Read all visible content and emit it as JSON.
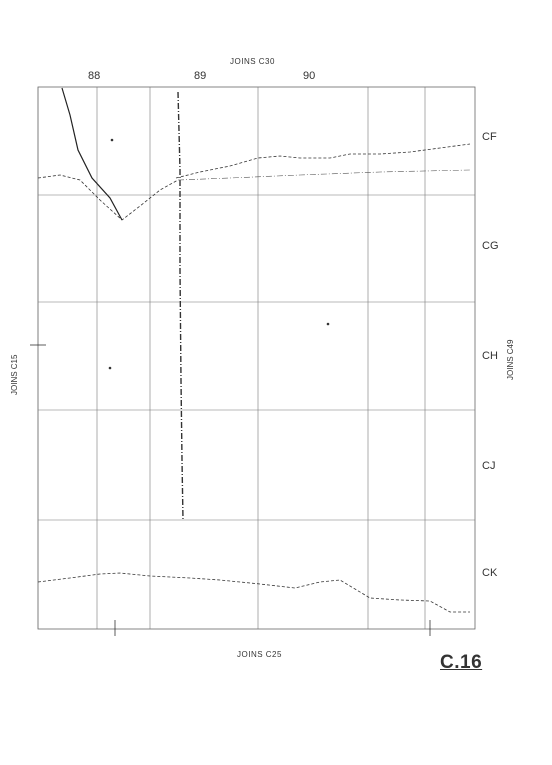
{
  "map": {
    "join_top": "JOINS C30",
    "join_bottom": "JOINS C25",
    "join_left": "JOINS C15",
    "join_right": "JOINS C49",
    "columns": [
      "88",
      "89",
      "90"
    ],
    "rows": [
      "CF",
      "CG",
      "CH",
      "CJ",
      "CK"
    ],
    "sheet_id": "C.16",
    "line_color": "#333333",
    "grid_color": "#555555"
  }
}
